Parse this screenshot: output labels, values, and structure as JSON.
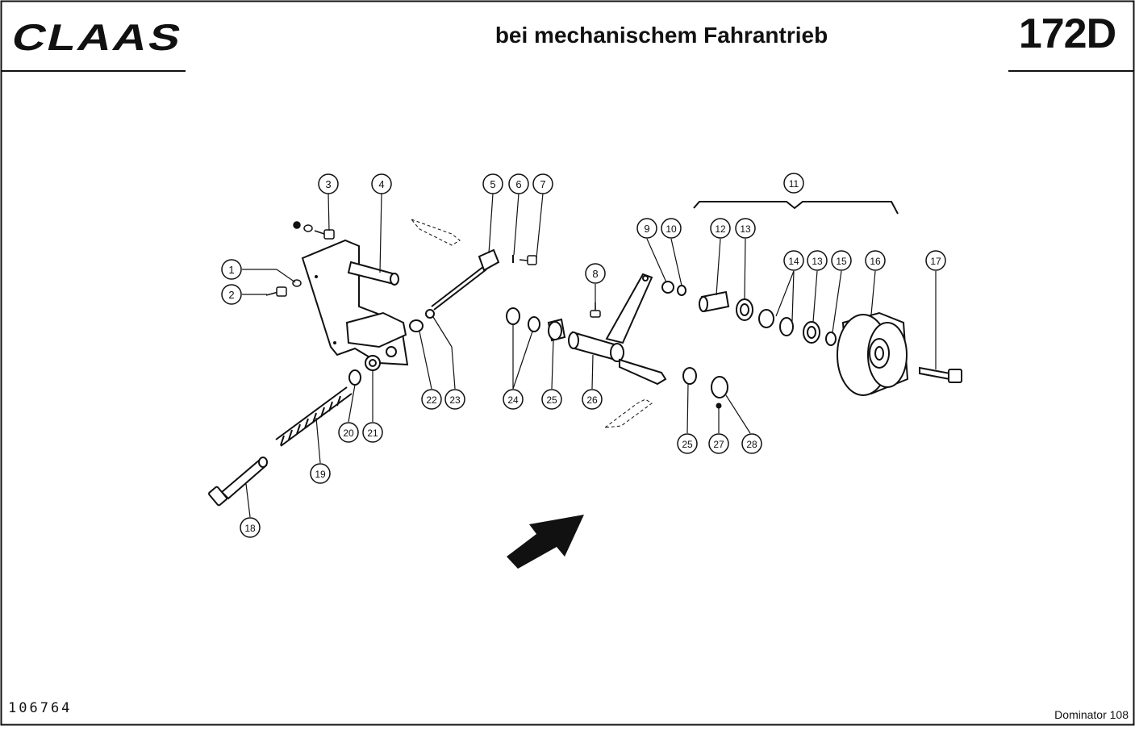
{
  "header": {
    "brand": "CLAAS",
    "title": "bei mechanischem Fahrantrieb",
    "page_number": "172D"
  },
  "footer": {
    "doc_number": "106764",
    "model": "Dominator 108"
  },
  "callouts": [
    "1",
    "2",
    "3",
    "4",
    "5",
    "6",
    "7",
    "8",
    "9",
    "10",
    "11",
    "12",
    "13",
    "13",
    "14",
    "15",
    "16",
    "17",
    "18",
    "19",
    "20",
    "21",
    "22",
    "23",
    "24",
    "25",
    "25",
    "26",
    "27",
    "28"
  ]
}
